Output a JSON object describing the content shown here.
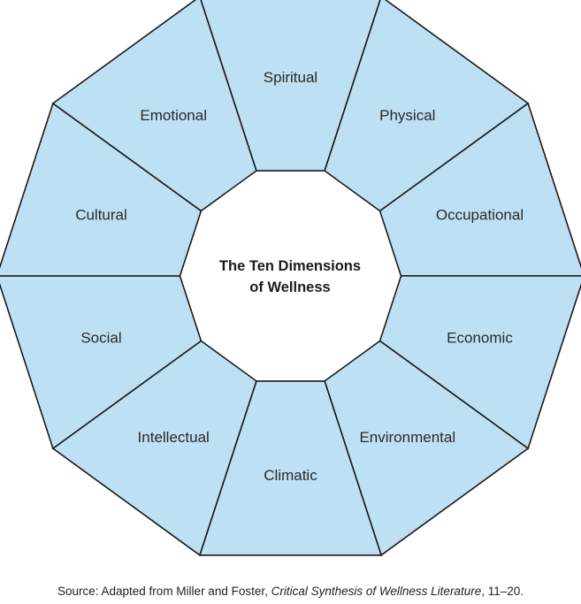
{
  "diagram": {
    "center": {
      "line1": "The Ten Dimensions",
      "line2": "of Wellness"
    },
    "dimensions": [
      "Spiritual",
      "Physical",
      "Occupational",
      "Economic",
      "Environmental",
      "Climatic",
      "Intellectual",
      "Social",
      "Cultural",
      "Emotional"
    ],
    "colors": {
      "segment_fill": "#bde0f4",
      "outline": "#1a1a1a"
    }
  },
  "source": {
    "prefix": "Source: Adapted from Miller and Foster, ",
    "title": "Critical Synthesis of Wellness Literature",
    "suffix": ", 11–20."
  }
}
